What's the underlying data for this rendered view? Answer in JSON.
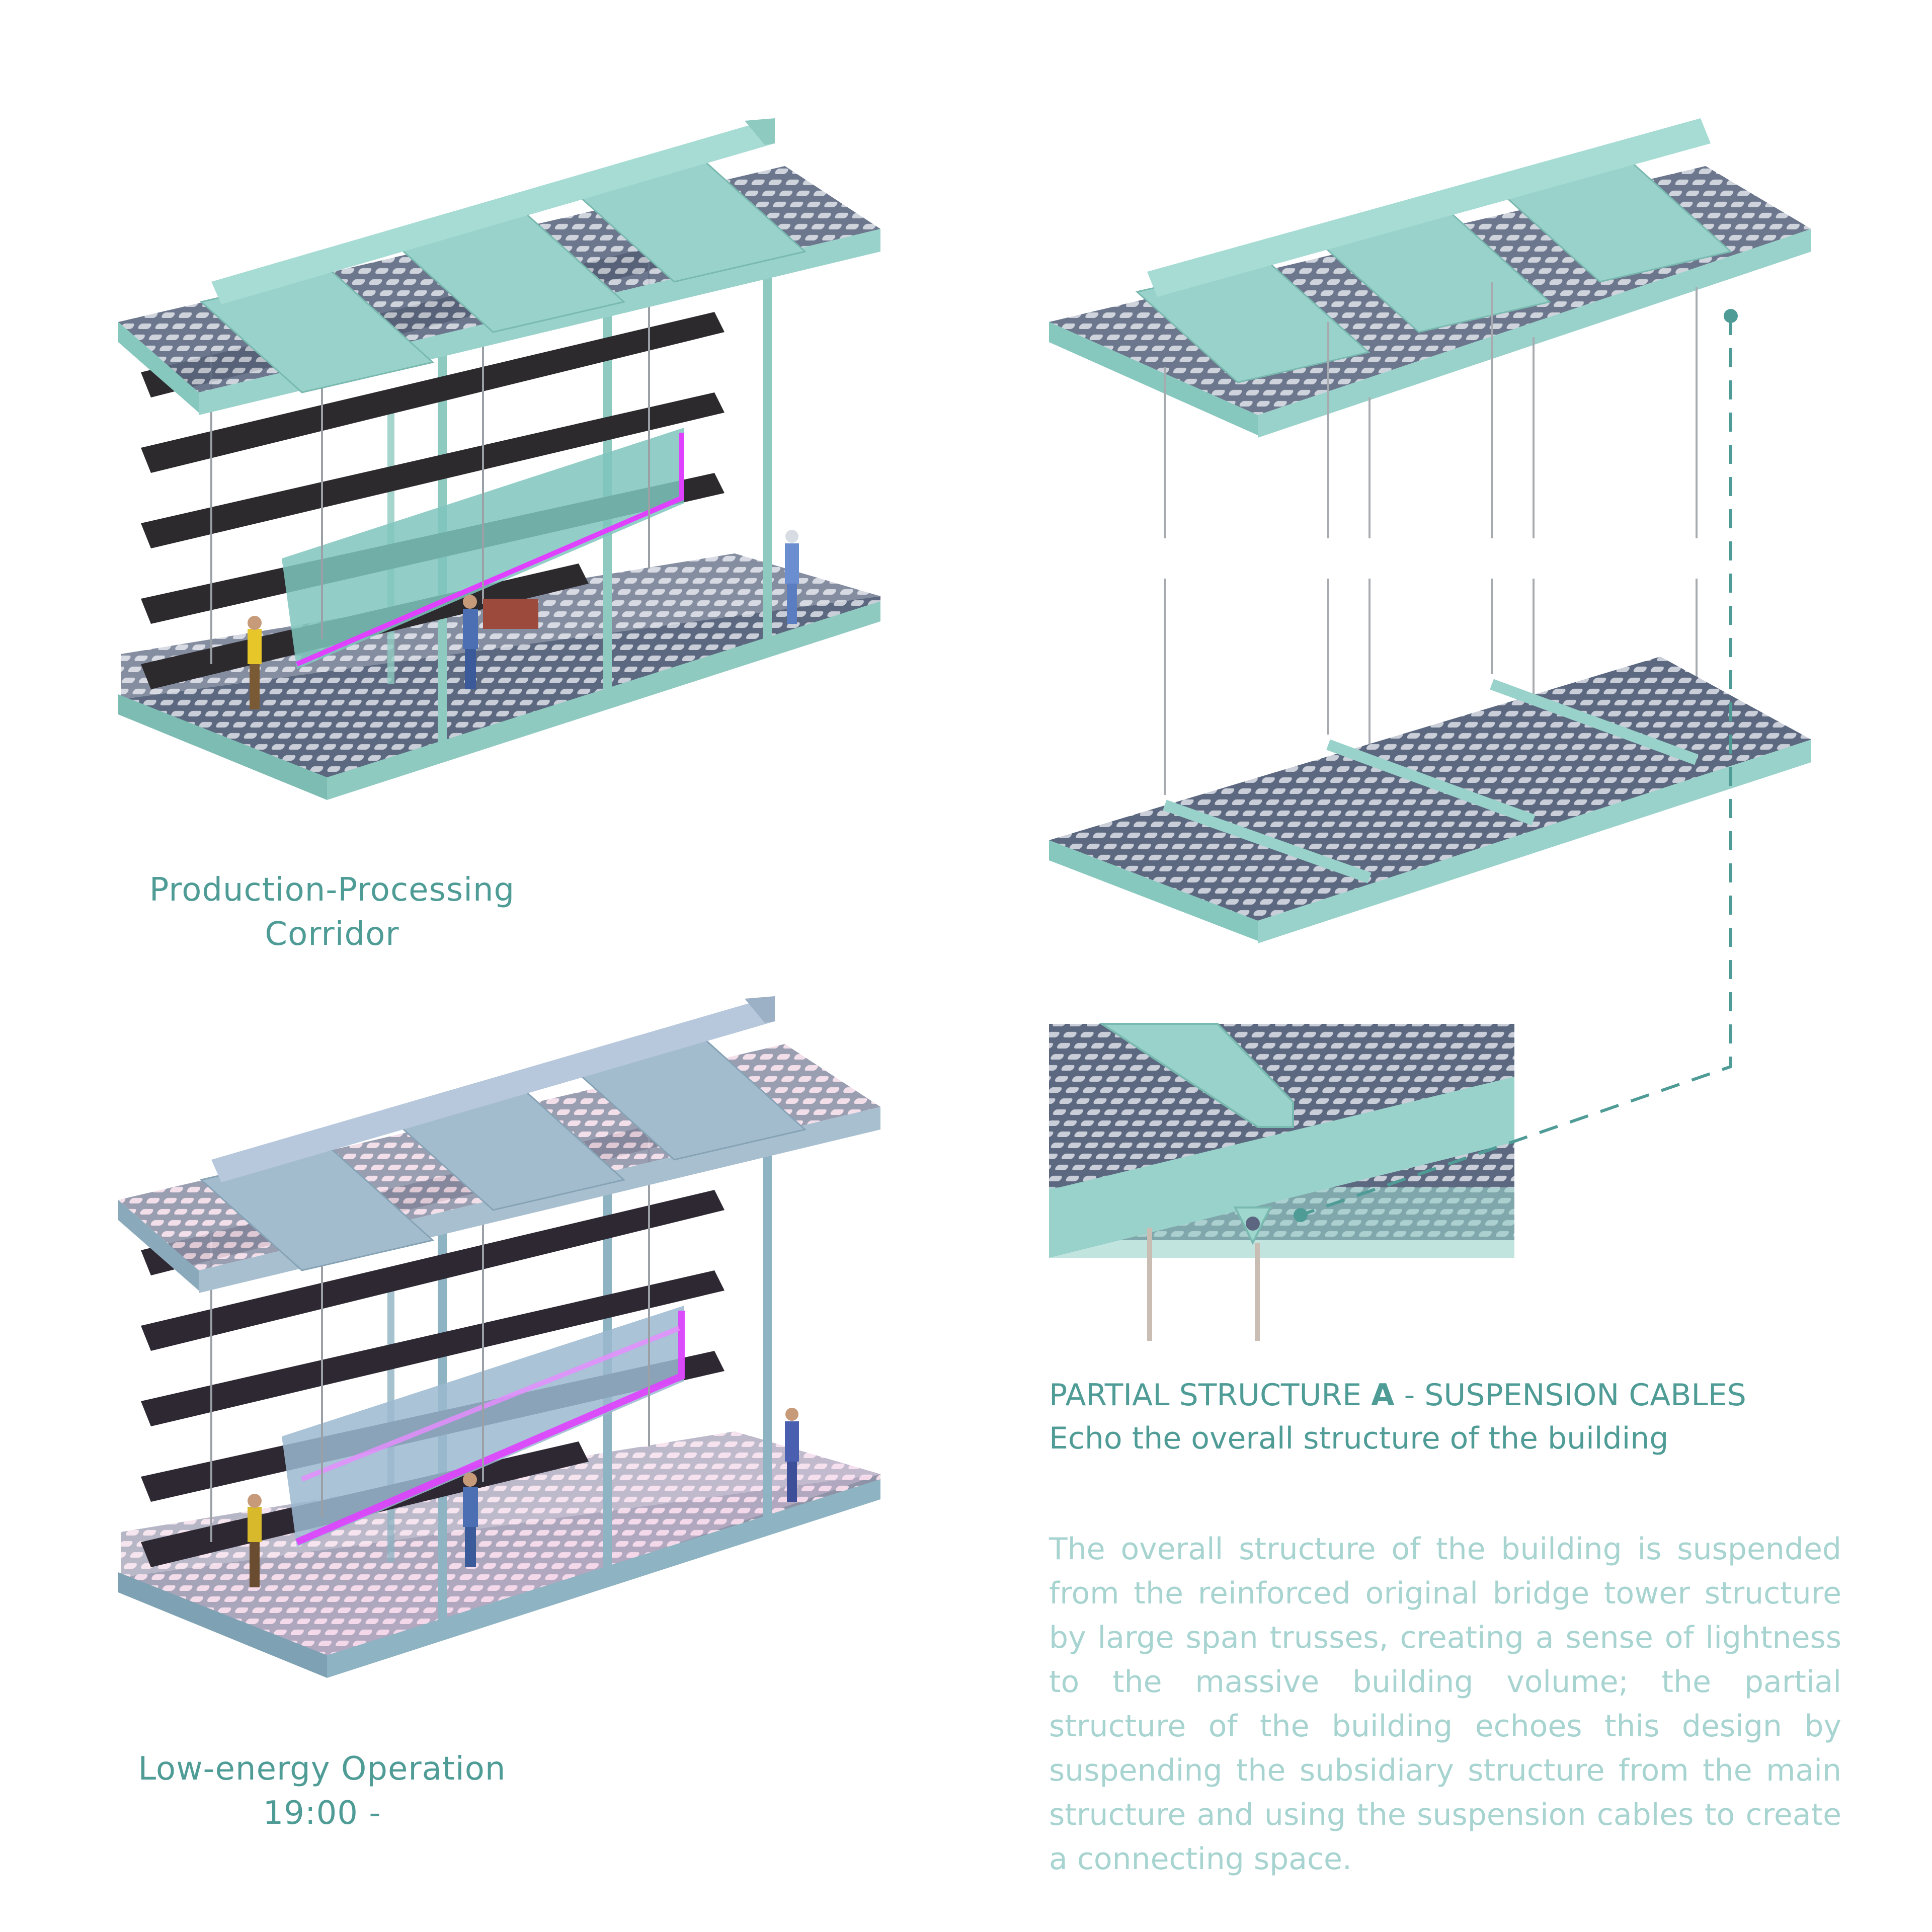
{
  "captions": {
    "production": [
      "Production-Processing",
      "Corridor"
    ],
    "low_energy": [
      "Low-energy Operation",
      "19:00 -"
    ]
  },
  "partial": {
    "title_prefix": "PARTIAL STRUCTURE ",
    "title_letter": "A",
    "title_suffix": " - SUSPENSION CABLES",
    "subtitle": "Echo the overall structure of the building"
  },
  "description": "The overall structure of the building is suspended from the reinforced original bridge tower structure by large span trusses, creating a sense of lightness to the massive building volume; the partial structure of the building echoes this design by suspending the subsidiary structure from the main structure and using the suspension cables to create a connecting space.",
  "colors": {
    "structure": "#98d2ca",
    "structure_dark": "#6fb5ac",
    "grate": "#5a6680",
    "neon": "#e040ff",
    "text": "#4f9c97",
    "text_light": "#a7d4d0"
  }
}
